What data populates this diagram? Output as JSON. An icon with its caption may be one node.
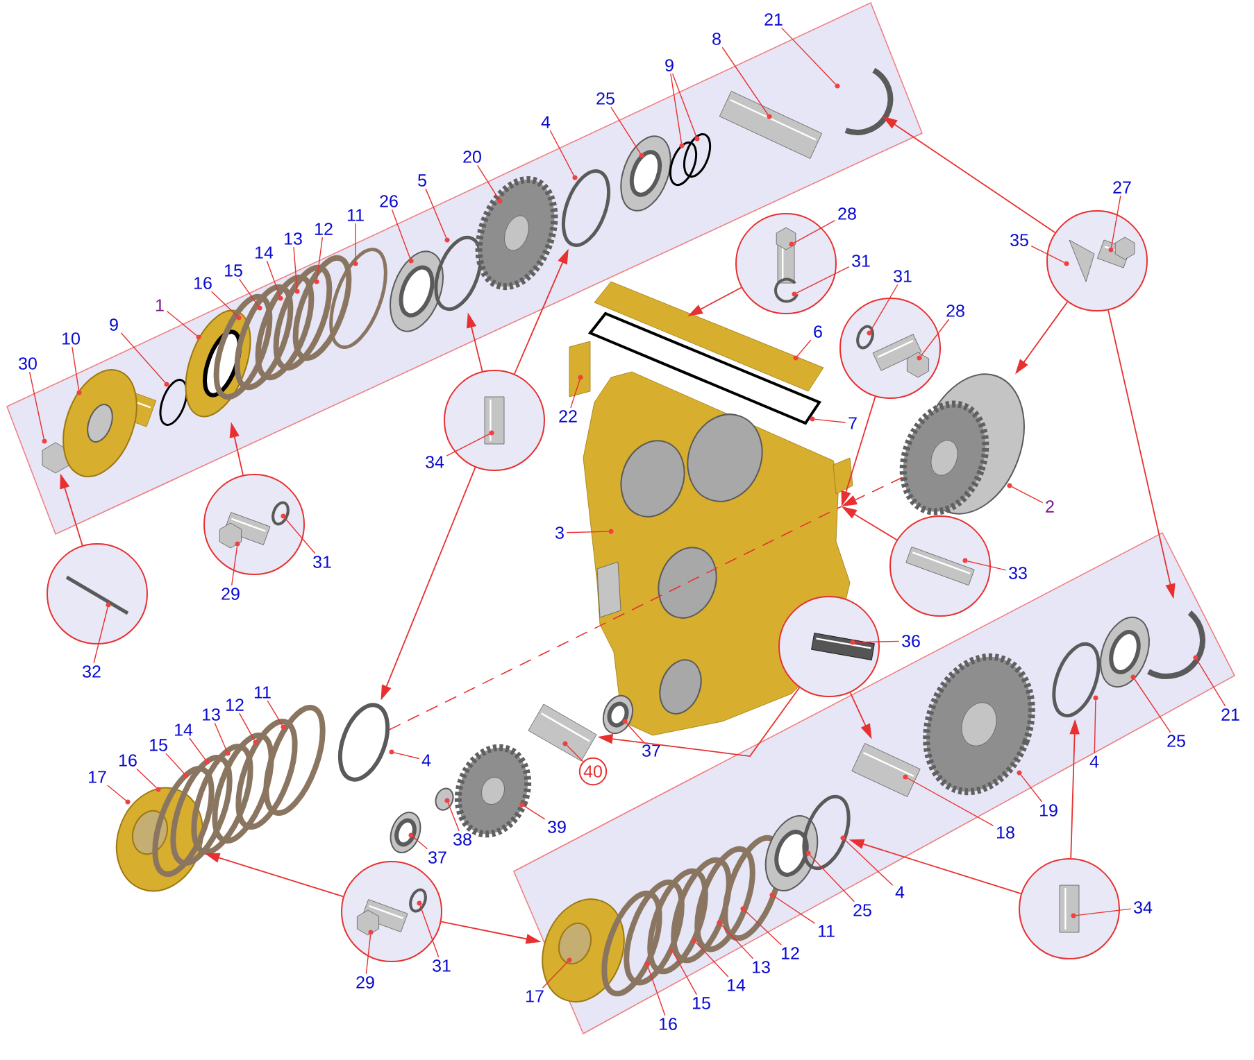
{
  "diagram": {
    "nodes": [
      {
        "text": [
          "30"
        ]
      },
      {
        "text": [
          "10"
        ]
      },
      {
        "text": [
          "9"
        ]
      },
      {
        "text": [
          "1"
        ]
      },
      {
        "text": [
          "16"
        ]
      },
      {
        "text": [
          "15"
        ]
      },
      {
        "text": [
          "14"
        ]
      },
      {
        "text": [
          "13"
        ]
      },
      {
        "text": [
          "12"
        ]
      },
      {
        "text": [
          "11"
        ]
      },
      {
        "text": [
          "26"
        ]
      },
      {
        "text": [
          "5"
        ]
      },
      {
        "text": [
          "20"
        ]
      },
      {
        "text": [
          "4"
        ]
      },
      {
        "text": [
          "25"
        ]
      },
      {
        "text": [
          "9"
        ]
      },
      {
        "text": [
          "8"
        ]
      },
      {
        "text": [
          "21"
        ]
      },
      {
        "text": [
          "28"
        ]
      },
      {
        "text": [
          "31"
        ]
      },
      {
        "text": [
          "31"
        ]
      },
      {
        "text": [
          "28"
        ]
      },
      {
        "text": [
          "6"
        ]
      },
      {
        "text": [
          "7"
        ]
      },
      {
        "text": [
          "22"
        ]
      },
      {
        "text": [
          "2"
        ]
      },
      {
        "text": [
          "27"
        ]
      },
      {
        "text": [
          "35"
        ]
      },
      {
        "text": [
          "3"
        ]
      },
      {
        "text": [
          "34"
        ]
      },
      {
        "text": [
          "29"
        ]
      },
      {
        "text": [
          "31"
        ]
      },
      {
        "text": [
          "32"
        ]
      },
      {
        "text": [
          "33"
        ]
      },
      {
        "text": [
          "36"
        ]
      },
      {
        "text": [
          "17"
        ]
      },
      {
        "text": [
          "16"
        ]
      },
      {
        "text": [
          "15"
        ]
      },
      {
        "text": [
          "14"
        ]
      },
      {
        "text": [
          "13"
        ]
      },
      {
        "text": [
          "12"
        ]
      },
      {
        "text": [
          "11"
        ]
      },
      {
        "text": [
          "4"
        ]
      },
      {
        "text": [
          "37"
        ]
      },
      {
        "text": [
          "38"
        ]
      },
      {
        "text": [
          "39"
        ]
      },
      {
        "text": [
          "40"
        ]
      },
      {
        "text": [
          "37"
        ]
      },
      {
        "text": [
          "29"
        ]
      },
      {
        "text": [
          "31"
        ]
      },
      {
        "text": [
          "17"
        ]
      },
      {
        "text": [
          "16"
        ]
      },
      {
        "text": [
          "15"
        ]
      },
      {
        "text": [
          "14"
        ]
      },
      {
        "text": [
          "13"
        ]
      },
      {
        "text": [
          "12"
        ]
      },
      {
        "text": [
          "11"
        ]
      },
      {
        "text": [
          "25"
        ]
      },
      {
        "text": [
          "4"
        ]
      },
      {
        "text": [
          "18"
        ]
      },
      {
        "text": [
          "19"
        ]
      },
      {
        "text": [
          "4"
        ]
      },
      {
        "text": [
          "25"
        ]
      },
      {
        "text": [
          "21"
        ]
      },
      {
        "text": [
          "34"
        ]
      },
      {
        "text": [],
        "shape": "circle"
      },
      {
        "text": [],
        "shape": "circle"
      },
      {
        "text": [],
        "shape": "circle"
      },
      {
        "text": [],
        "shape": "circle"
      },
      {
        "text": [],
        "shape": "circle"
      },
      {
        "text": [],
        "shape": "circle"
      },
      {
        "text": [],
        "shape": "circle"
      },
      {
        "text": [],
        "shape": "circle"
      },
      {
        "text": [],
        "shape": "circle"
      },
      {
        "text": [],
        "shape": "circle"
      },
      {
        "text": [],
        "shape": "picture"
      },
      {
        "text": [],
        "shape": "picture"
      },
      {
        "text": [],
        "shape": "picture"
      },
      {
        "text": [],
        "shape": "picture"
      },
      {
        "text": [],
        "shape": "picture"
      },
      {
        "text": [],
        "shape": "picture"
      },
      {
        "text": [],
        "shape": "picture"
      },
      {
        "text": [],
        "shape": "picture"
      },
      {
        "text": [],
        "shape": "picture"
      },
      {
        "text": [],
        "shape": "picture"
      },
      {
        "text": [],
        "shape": "picture"
      },
      {
        "text": [],
        "shape": "picture"
      },
      {
        "text": [],
        "shape": "picture"
      },
      {
        "text": [],
        "shape": "picture"
      },
      {
        "text": [],
        "shape": "picture"
      },
      {
        "text": [],
        "shape": "picture"
      },
      {
        "text": [],
        "shape": "picture"
      },
      {
        "text": [],
        "shape": "picture"
      },
      {
        "text": [],
        "shape": "picture"
      },
      {
        "text": [],
        "shape": "picture"
      },
      {
        "text": [],
        "shape": "picture"
      },
      {
        "text": [],
        "shape": "picture"
      },
      {
        "text": [],
        "shape": "picture"
      },
      {
        "text": [],
        "shape": "picture"
      },
      {
        "text": [],
        "shape": "picture"
      },
      {
        "text": [],
        "shape": "picture"
      },
      {
        "text": [],
        "shape": "picture"
      },
      {
        "text": [],
        "shape": "picture"
      },
      {
        "text": [],
        "shape": "picture"
      },
      {
        "text": [],
        "shape": "picture"
      },
      {
        "text": [],
        "shape": "picture"
      },
      {
        "text": [],
        "shape": "picture"
      },
      {
        "text": [],
        "shape": "picture"
      },
      {
        "text": [],
        "shape": "picture"
      },
      {
        "text": [],
        "shape": "picture"
      },
      {
        "text": [],
        "shape": "picture"
      },
      {
        "text": [],
        "shape": "picture"
      },
      {
        "text": [],
        "shape": "picture"
      },
      {
        "text": [],
        "shape": "picture"
      },
      {
        "text": [],
        "shape": "picture"
      },
      {
        "text": [],
        "shape": "picture"
      },
      {
        "text": [],
        "shape": "picture"
      },
      {
        "text": [],
        "shape": "picture"
      },
      {
        "text": [],
        "shape": "picture"
      },
      {
        "text": [],
        "shape": "picture"
      },
      {
        "text": [],
        "shape": "picture"
      },
      {
        "text": [],
        "shape": "picture"
      },
      {
        "text": [],
        "shape": "picture"
      },
      {
        "text": [],
        "shape": "picture"
      },
      {
        "text": [],
        "shape": "picture"
      },
      {
        "text": [],
        "shape": "picture"
      },
      {
        "text": [],
        "shape": "picture",
        "in": 65
      },
      {
        "text": [],
        "shape": "picture",
        "in": 66
      },
      {
        "text": [],
        "shape": "picture",
        "in": 66
      },
      {
        "text": [],
        "shape": "picture",
        "in": 67
      },
      {
        "text": [],
        "shape": "picture",
        "in": 68
      },
      {
        "text": [],
        "shape": "picture",
        "in": 68
      },
      {
        "text": [],
        "shape": "picture",
        "in": 69
      },
      {
        "text": [],
        "shape": "picture",
        "in": 69
      },
      {
        "text": [],
        "shape": "picture",
        "in": 70
      },
      {
        "text": [],
        "shape": "picture",
        "in": 70
      },
      {
        "text": [],
        "shape": "picture",
        "in": 71
      },
      {
        "text": [],
        "shape": "picture",
        "in": 72
      },
      {
        "text": [],
        "shape": "picture",
        "in": 73
      },
      {
        "text": [],
        "shape": "picture",
        "in": 74
      },
      {
        "text": [],
        "shape": "picture",
        "in": 74
      }
    ],
    "edges": [
      {
        "from": 0,
        "to": 75,
        "arrow": "none"
      },
      {
        "from": 1,
        "to": 76,
        "arrow": "none"
      },
      {
        "from": 2,
        "to": 77,
        "arrow": "none"
      },
      {
        "from": 3,
        "to": 78,
        "arrow": "none"
      },
      {
        "from": 4,
        "to": 79,
        "arrow": "none"
      },
      {
        "from": 5,
        "to": 80,
        "arrow": "none"
      },
      {
        "from": 6,
        "to": 81,
        "arrow": "none"
      },
      {
        "from": 7,
        "to": 82,
        "arrow": "none"
      },
      {
        "from": 8,
        "to": 83,
        "arrow": "none"
      },
      {
        "from": 9,
        "to": 84,
        "arrow": "none"
      },
      {
        "from": 10,
        "to": 85,
        "arrow": "none"
      },
      {
        "from": 11,
        "to": 86,
        "arrow": "none"
      },
      {
        "from": 12,
        "to": 87,
        "arrow": "none"
      },
      {
        "from": 13,
        "to": 88,
        "arrow": "none"
      },
      {
        "from": 14,
        "to": 89,
        "arrow": "none"
      },
      {
        "from": 15,
        "to": 90,
        "arrow": "none"
      },
      {
        "from": 15,
        "to": 91,
        "arrow": "none"
      },
      {
        "from": 16,
        "to": 92,
        "arrow": "none"
      },
      {
        "from": 17,
        "to": 93,
        "arrow": "none"
      },
      {
        "from": 18,
        "to": 130,
        "arrow": "none"
      },
      {
        "from": 19,
        "to": 131,
        "arrow": "none"
      },
      {
        "from": 20,
        "to": 132,
        "arrow": "none"
      },
      {
        "from": 21,
        "to": 133,
        "arrow": "none"
      },
      {
        "from": 22,
        "to": 94,
        "arrow": "none"
      },
      {
        "from": 23,
        "to": 95,
        "arrow": "none"
      },
      {
        "from": 24,
        "to": 96,
        "arrow": "none"
      },
      {
        "from": 25,
        "to": 98,
        "arrow": "none"
      },
      {
        "from": 26,
        "to": 135,
        "arrow": "none"
      },
      {
        "from": 27,
        "to": 134,
        "arrow": "none"
      },
      {
        "from": 28,
        "to": 97,
        "arrow": "none"
      },
      {
        "from": 29,
        "to": 126,
        "arrow": "none"
      },
      {
        "from": 30,
        "to": 127,
        "arrow": "none"
      },
      {
        "from": 31,
        "to": 128,
        "arrow": "none"
      },
      {
        "from": 32,
        "to": 129,
        "arrow": "none"
      },
      {
        "from": 33,
        "to": 136,
        "arrow": "none"
      },
      {
        "from": 34,
        "to": 137,
        "arrow": "none"
      },
      {
        "from": 35,
        "to": 99,
        "arrow": "none"
      },
      {
        "from": 36,
        "to": 100,
        "arrow": "none"
      },
      {
        "from": 37,
        "to": 101,
        "arrow": "none"
      },
      {
        "from": 38,
        "to": 102,
        "arrow": "none"
      },
      {
        "from": 39,
        "to": 103,
        "arrow": "none"
      },
      {
        "from": 40,
        "to": 104,
        "arrow": "none"
      },
      {
        "from": 41,
        "to": 105,
        "arrow": "none"
      },
      {
        "from": 42,
        "to": 106,
        "arrow": "none"
      },
      {
        "from": 43,
        "to": 107,
        "arrow": "none"
      },
      {
        "from": 44,
        "to": 108,
        "arrow": "none"
      },
      {
        "from": 45,
        "to": 109,
        "arrow": "none"
      },
      {
        "from": 46,
        "to": 110,
        "arrow": "none"
      },
      {
        "from": 47,
        "to": 111,
        "arrow": "none"
      },
      {
        "from": 48,
        "to": 139,
        "arrow": "none"
      },
      {
        "from": 49,
        "to": 140,
        "arrow": "none"
      },
      {
        "from": 50,
        "to": 112,
        "arrow": "none"
      },
      {
        "from": 51,
        "to": 113,
        "arrow": "none"
      },
      {
        "from": 52,
        "to": 114,
        "arrow": "none"
      },
      {
        "from": 53,
        "to": 115,
        "arrow": "none"
      },
      {
        "from": 54,
        "to": 116,
        "arrow": "none"
      },
      {
        "from": 55,
        "to": 117,
        "arrow": "none"
      },
      {
        "from": 56,
        "to": 118,
        "arrow": "none"
      },
      {
        "from": 57,
        "to": 119,
        "arrow": "none"
      },
      {
        "from": 58,
        "to": 120,
        "arrow": "none"
      },
      {
        "from": 59,
        "to": 121,
        "arrow": "none"
      },
      {
        "from": 60,
        "to": 122,
        "arrow": "none"
      },
      {
        "from": 61,
        "to": 123,
        "arrow": "none"
      },
      {
        "from": 62,
        "to": 124,
        "arrow": "none"
      },
      {
        "from": 63,
        "to": 125,
        "arrow": "none"
      },
      {
        "from": 64,
        "to": 138,
        "arrow": "none"
      },
      {
        "from": 65,
        "to": 86,
        "arrow": "to"
      },
      {
        "from": 65,
        "to": 88,
        "arrow": "to"
      },
      {
        "from": 65,
        "to": 106,
        "arrow": "to"
      },
      {
        "from": 66,
        "to": 78,
        "arrow": "to"
      },
      {
        "from": 67,
        "to": 75,
        "arrow": "to"
      },
      {
        "from": 68,
        "to": 94,
        "arrow": "to"
      },
      {
        "from": 69,
        "to": 97,
        "arrow": "to"
      },
      {
        "from": 70,
        "to": 93,
        "arrow": "to"
      },
      {
        "from": 70,
        "to": 98,
        "arrow": "to"
      },
      {
        "from": 70,
        "to": 125,
        "arrow": "to"
      },
      {
        "from": 71,
        "to": 97,
        "arrow": "to"
      },
      {
        "from": 72,
        "to": 121,
        "arrow": "to"
      },
      {
        "from": 72,
        "to": 110,
        "arrow": "to"
      },
      {
        "from": 73,
        "to": 120,
        "arrow": "to"
      },
      {
        "from": 73,
        "to": 123,
        "arrow": "to"
      },
      {
        "from": 74,
        "to": 99,
        "arrow": "to"
      },
      {
        "from": 74,
        "to": 112,
        "arrow": "to"
      },
      {
        "from": 106,
        "to": 97,
        "arrow": "none",
        "style": "dashed"
      },
      {
        "from": 98,
        "to": 97,
        "arrow": "to",
        "style": "dashed"
      }
    ]
  }
}
